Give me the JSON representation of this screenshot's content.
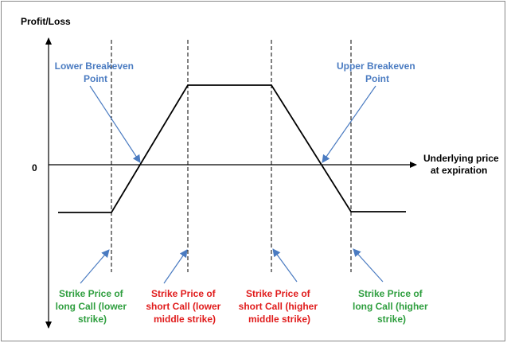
{
  "axis": {
    "y_label": "Profit/Loss",
    "zero_label": "0",
    "x_label_line1": "Underlying price",
    "x_label_line2": "at expiration"
  },
  "breakevens": {
    "lower": [
      "Lower Breakeven",
      "Point"
    ],
    "upper": [
      "Upper Breakeven",
      "Point"
    ]
  },
  "strikes": [
    {
      "lines": [
        "Strike Price of",
        "long Call (lower",
        "strike)"
      ],
      "color": "#2e9e3e"
    },
    {
      "lines": [
        "Strike Price of",
        "short Call (lower",
        "middle strike)"
      ],
      "color": "#e01b1b"
    },
    {
      "lines": [
        "Strike Price of",
        "short Call (higher",
        "middle strike)"
      ],
      "color": "#e01b1b"
    },
    {
      "lines": [
        "Strike Price of",
        "long Call (higher",
        "strike)"
      ],
      "color": "#2e9e3e"
    }
  ],
  "colors": {
    "annotation_blue": "#4a7bc1",
    "arrow_blue": "#4a7bc1",
    "axis": "#000000",
    "payoff": "#000000",
    "border": "#888888"
  }
}
